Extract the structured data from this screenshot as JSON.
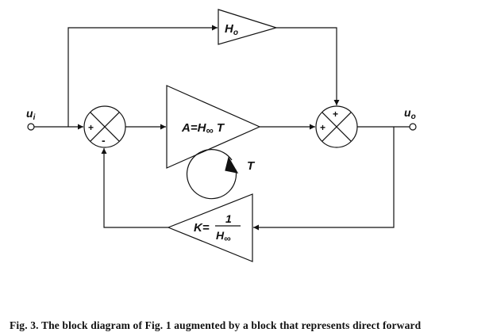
{
  "signals": {
    "input_label": "u",
    "input_sub": "i",
    "output_label": "u",
    "output_sub": "o"
  },
  "blocks": {
    "direct_forward": {
      "label": "H",
      "sub": "o"
    },
    "amplifier": {
      "prefix": "A=H",
      "inf": "∞",
      "suffix": " T"
    },
    "feedback": {
      "prefix": "K=",
      "numerator": "1",
      "den_h": "H",
      "den_inf": "∞"
    }
  },
  "loop": {
    "label": "T"
  },
  "summing_junctions": {
    "input_plus": "+",
    "input_minus": "-",
    "output_plus_top": "+",
    "output_plus_left": "+"
  },
  "caption": "Fig. 3. The block diagram of Fig. 1 augmented by a block that represents direct forward"
}
